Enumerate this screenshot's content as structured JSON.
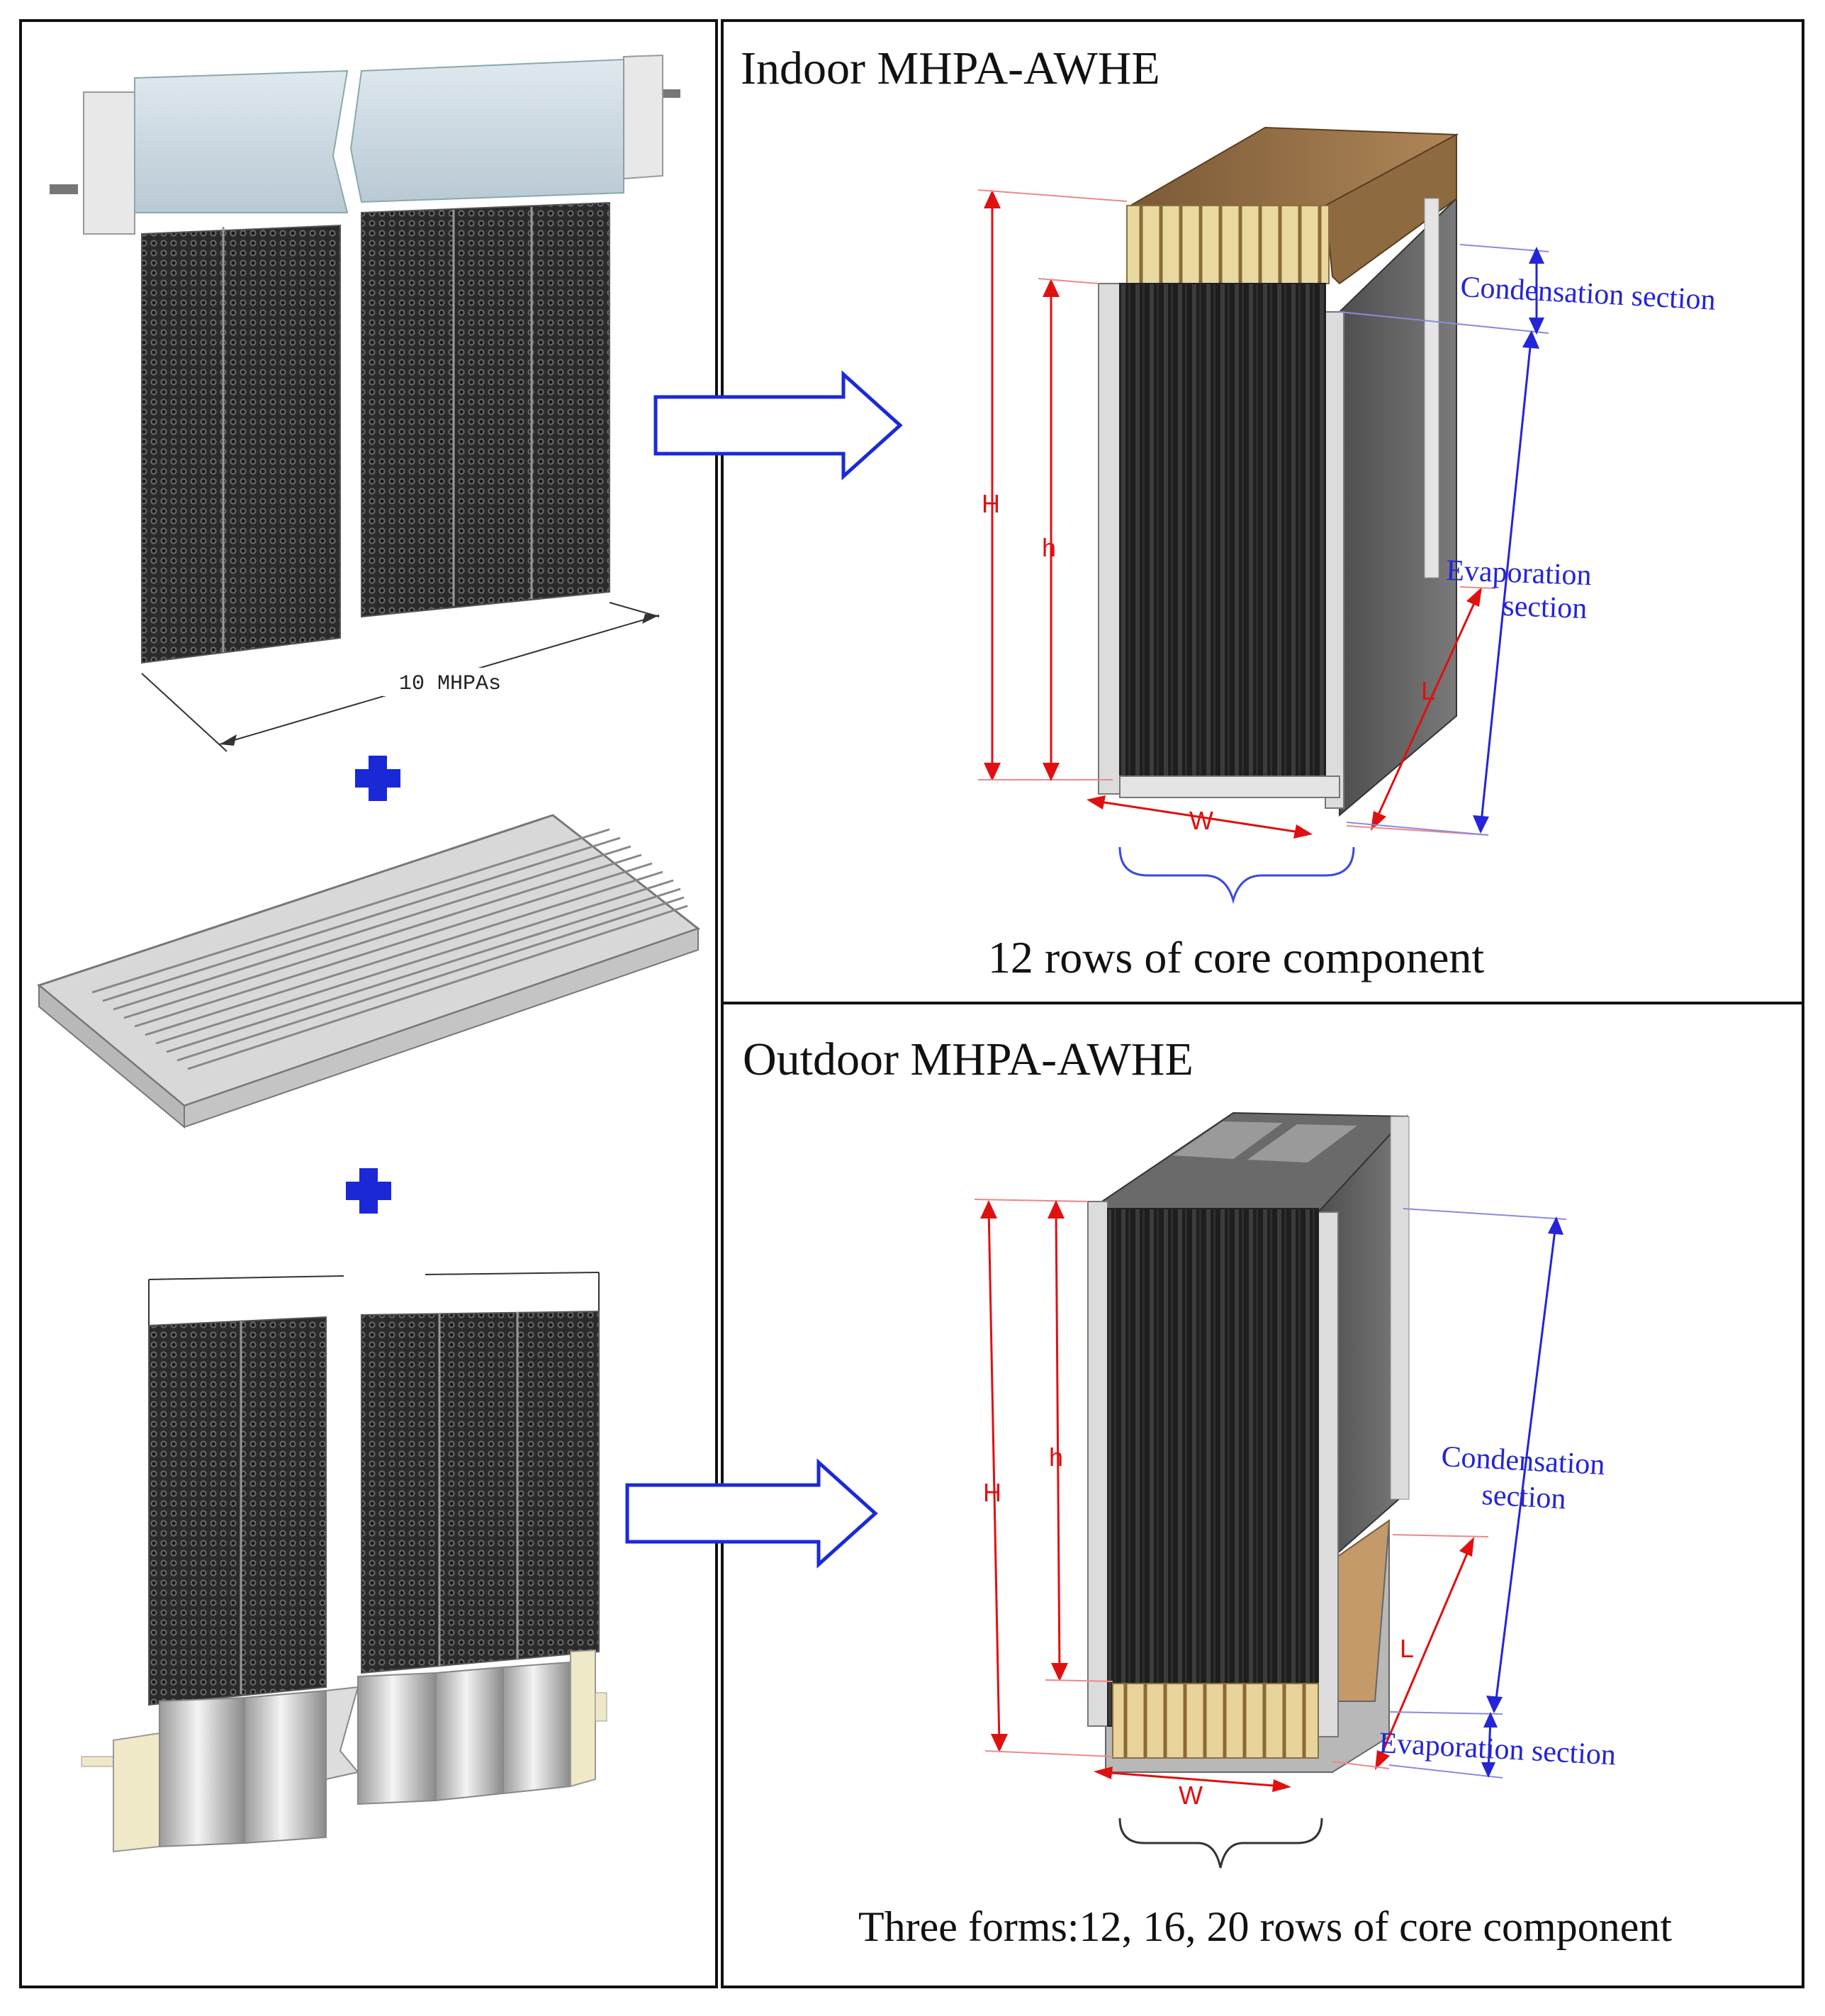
{
  "left_panel": {
    "mhpa_count_label": "10 MHPAs"
  },
  "indoor": {
    "title": "Indoor MHPA-AWHE",
    "label_H": "H",
    "label_h": "h",
    "label_L": "L",
    "label_W": "W",
    "condensation_label": "Condensation section",
    "evaporation_label_1": "Evaporation",
    "evaporation_label_2": "section",
    "caption": "12 rows  of core component"
  },
  "outdoor": {
    "title": "Outdoor MHPA-AWHE",
    "label_H": "H",
    "label_h": "h",
    "label_L": "L",
    "label_W": "W",
    "condensation_label_1": "Condensation",
    "condensation_label_2": "section",
    "evaporation_label": "Evaporation section",
    "caption": "Three forms:12, 16, 20 rows of core component"
  },
  "colors": {
    "dimension_red": "#e01010",
    "dimension_blue": "#2424d8",
    "plus_blue": "#1a28d8",
    "arrow_blue": "#1a2ad8"
  }
}
